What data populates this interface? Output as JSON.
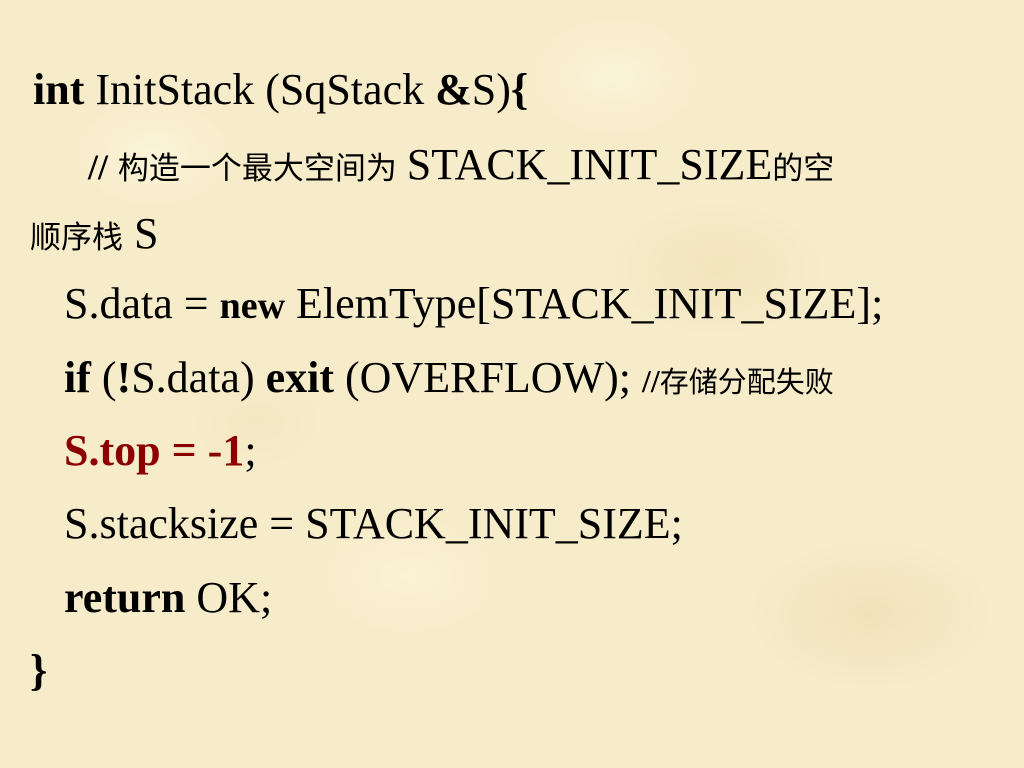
{
  "code": {
    "l1": {
      "kw_int": "int",
      "func": " InitStack (SqStack ",
      "amp": "&",
      "param": "S)",
      "brace_open": "{"
    },
    "l2": {
      "comment_slash": "//",
      "comment_cn": " 构造一个最大空间为 ",
      "const": "STACK_INIT_SIZE",
      "comment_cn2": "的空"
    },
    "l3": {
      "comment_cn": "顺序栈",
      "var": " S"
    },
    "l4": {
      "lhs": "S.data = ",
      "kw_new": "new",
      "rhs": " ElemType[STACK_INIT_SIZE];"
    },
    "l5": {
      "kw_if": "if",
      "paren": " (",
      "bang": "!",
      "cond": "S.data) ",
      "kw_exit": "exit",
      "args": " (OVERFLOW); ",
      "comment_slash": "//",
      "comment_cn": "存储分配失败"
    },
    "l6": {
      "highlight": "S.top = -1",
      "semi": ";"
    },
    "l7": {
      "text": "S.stacksize = STACK_INIT_SIZE;"
    },
    "l8": {
      "kw_return": "return",
      "value": " OK;"
    },
    "l9": {
      "brace_close": "}"
    }
  },
  "colors": {
    "background": "#f7ecc9",
    "text": "#000000",
    "highlight": "#8b0000"
  }
}
